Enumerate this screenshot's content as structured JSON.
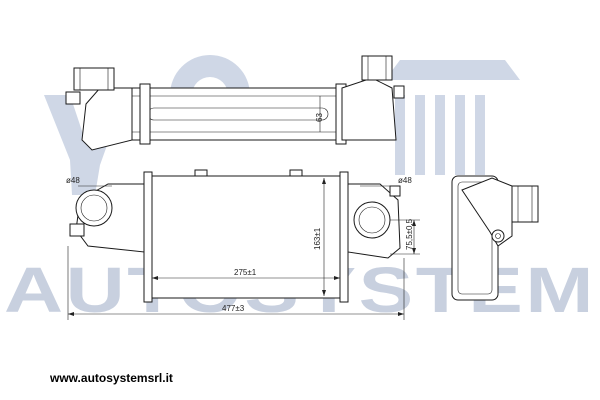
{
  "watermark": {
    "brand": "AUTOSYSTEM"
  },
  "dimensions": {
    "inlet_left_diameter": "ø48",
    "inlet_right_diameter": "ø48",
    "core_width": "275±1",
    "overall_length": "477±3",
    "core_height": "163±1",
    "outlet_offset": "75,5±0,5",
    "thickness": "63"
  },
  "footer": {
    "website": "www.autosystemsrl.it"
  },
  "colors": {
    "line": "#1a1a1a",
    "watermark": "#c8d0df",
    "background": "#ffffff"
  }
}
